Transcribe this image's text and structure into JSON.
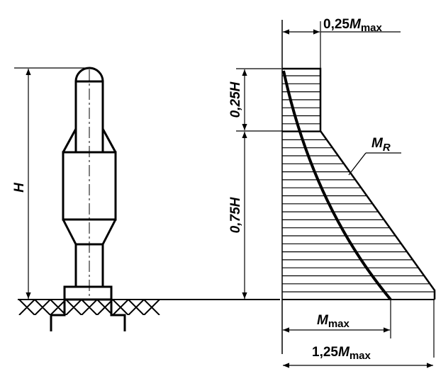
{
  "labels": {
    "top_dim": {
      "coef": "0,25",
      "sym": "M",
      "sub": "max"
    },
    "mr": {
      "sym": "M",
      "sub": "R"
    },
    "mmax": {
      "sym": "M",
      "sub": "max"
    },
    "bottom_dim": {
      "coef": "1,25",
      "sym": "M",
      "sub": "max"
    },
    "h_total": "H",
    "h_top": "0,25H",
    "h_bottom": "0,75H"
  },
  "colors": {
    "line": "#000000",
    "background": "#ffffff"
  }
}
